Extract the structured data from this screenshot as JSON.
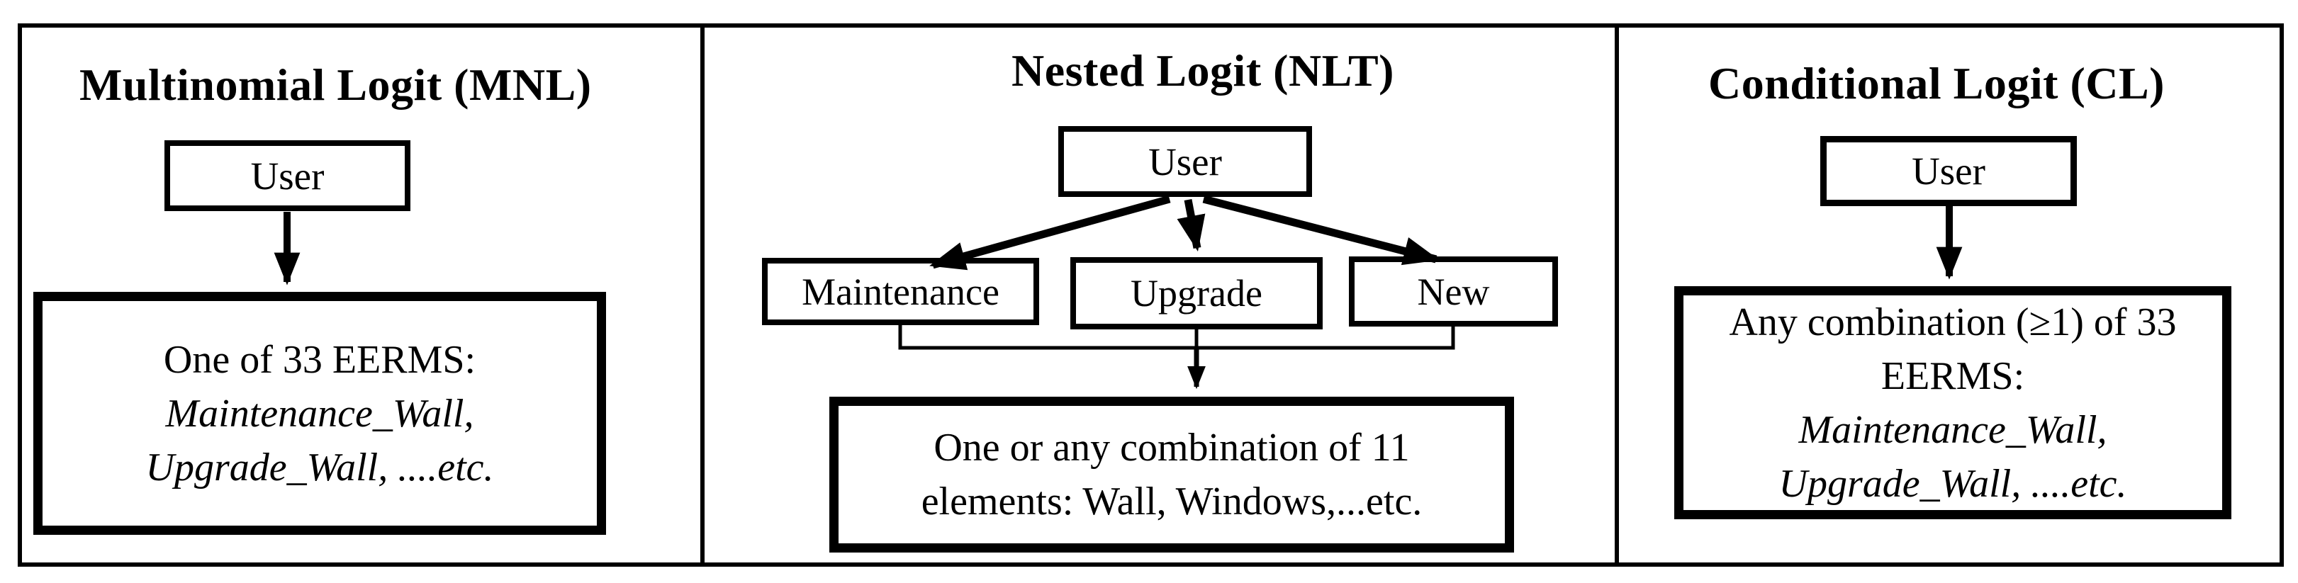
{
  "figure": {
    "colors": {
      "ink": "#000000",
      "background": "#ffffff"
    },
    "panels": [
      {
        "id": "mnl",
        "title": "Multinomial Logit (MNL)",
        "user_box_label": "User",
        "result_box": {
          "lines": [
            {
              "text": "One of 33 EERMS:",
              "style": "normal"
            },
            {
              "text": "Maintenance_Wall,",
              "style": "italic"
            },
            {
              "text": "Upgrade_Wall, ....etc.",
              "style": "italic"
            }
          ]
        }
      },
      {
        "id": "nlt",
        "title": "Nested Logit (NLT)",
        "user_box_label": "User",
        "branch_boxes": [
          {
            "label": "Maintenance"
          },
          {
            "label": "Upgrade"
          },
          {
            "label": "New"
          }
        ],
        "result_box": {
          "lines": [
            {
              "text": "One or any combination of 11",
              "style": "normal"
            },
            {
              "text": "elements: Wall, Windows,...etc.",
              "style": "normal"
            }
          ]
        }
      },
      {
        "id": "cl",
        "title": "Conditional Logit (CL)",
        "user_box_label": "User",
        "result_box": {
          "lines": [
            {
              "text": "Any combination (≥1) of 33",
              "style": "normal"
            },
            {
              "text": "EERMS:",
              "style": "normal"
            },
            {
              "text": "Maintenance_Wall,",
              "style": "italic"
            },
            {
              "text": "Upgrade_Wall, ....etc.",
              "style": "italic"
            }
          ]
        }
      }
    ]
  }
}
